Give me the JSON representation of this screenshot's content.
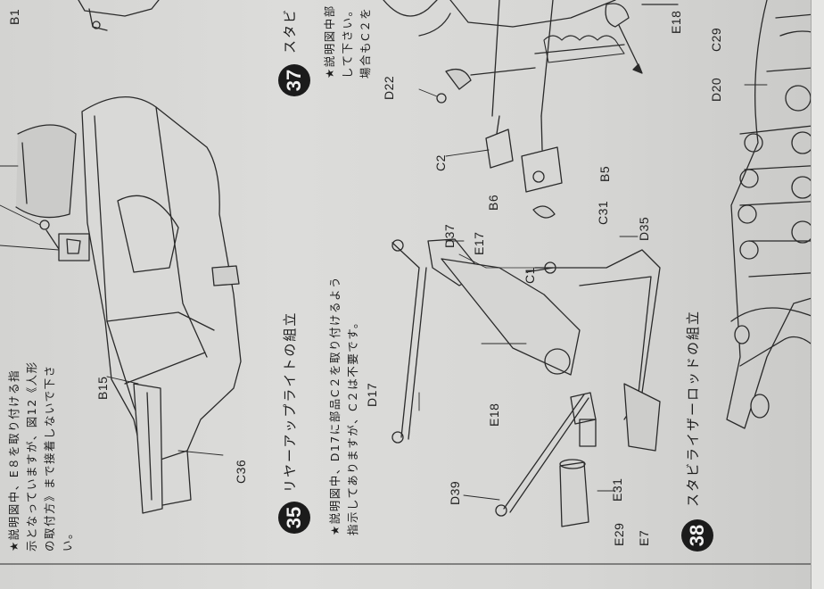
{
  "steps": {
    "s35": {
      "number": "35",
      "title": "リヤーアップライトの組立",
      "note_line1": "★説明図中、D17に部品C２を取り付けるよう",
      "note_line2": "指示してありますが、C２は不要です。"
    },
    "s36": {
      "note_line1": "★説明図中、E８を取り付ける指",
      "note_line2": "示となっていますが、図12《人形",
      "note_line3": "の取付方》まで接着しないで下さ",
      "note_line4": "い。"
    },
    "s37": {
      "number": "37",
      "title": "スタビ",
      "note_line1": "★説明図中部",
      "note_line2": "して下さい。",
      "note_line3": "場合もC２を"
    },
    "s38": {
      "number": "38",
      "title": "スタビライザーロッドの組立"
    }
  },
  "parts": {
    "b1": "B1",
    "b15": "B15",
    "c36": "C36",
    "d17": "D17",
    "d37": "D37",
    "e17": "E17",
    "c1": "C1",
    "d35": "D35",
    "e18": "E18",
    "d39": "D39",
    "e31": "E31",
    "e29": "E29",
    "e7": "E7",
    "d22": "D22",
    "c2": "C2",
    "b6": "B6",
    "c31": "C31",
    "b5": "B5",
    "e18b": "E18",
    "d20": "D20",
    "c29": "C29"
  }
}
